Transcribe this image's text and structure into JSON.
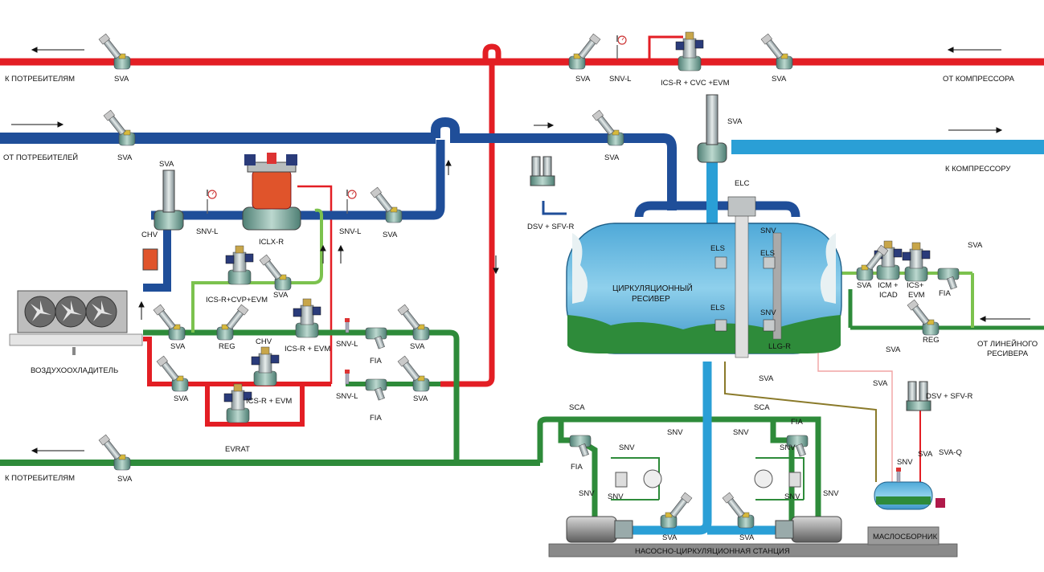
{
  "lines": {
    "to_consumers_top": "К ПОТРЕБИТЕЛЯМ",
    "from_compressor": "ОТ КОМПРЕССОРА",
    "from_consumers": "ОТ ПОТРЕБИТЕЛЕЙ",
    "to_compressor": "К КОМПРЕССОРУ",
    "to_consumers_bottom": "К ПОТРЕБИТЕЛЯМ",
    "from_linear_receiver": "ОТ ЛИНЕЙНОГО РЕСИВЕРА"
  },
  "equipment": {
    "receiver": "ЦИРКУЛЯЦИОННЫЙ РЕСИВЕР",
    "air_cooler": "ВОЗДУХООХЛАДИТЕЛЬ",
    "pump_station": "НАСОСНО-ЦИРКУЛЯЦИОННАЯ СТАНЦИЯ",
    "oil_collector": "МАСЛОСБОРНИК"
  },
  "components": {
    "sva": "SVA",
    "snv_l": "SNV-L",
    "snv": "SNV",
    "ics_cvc_evm": "ICS-R + CVC +EVM",
    "chv": "CHV",
    "iclx": "ICLX-R",
    "ics_cvp_evm": "ICS-R+CVP+EVM",
    "reg": "REG",
    "ics_evm": "ICS-R + EVM",
    "fia": "FIA",
    "evrat": "EVRAT",
    "dsv_sfv": "DSV + SFV-R",
    "elc": "ELC",
    "els": "ELS",
    "llg": "LLG-R",
    "icm_icad": "ICM + ICAD",
    "ics_evm_short": "ICS+ EVM",
    "sca": "SCA",
    "sva_q": "SVA-Q"
  },
  "colors": {
    "hot_gas": "#e31e24",
    "suction": "#1f4e99",
    "compressor_suction": "#2a9fd6",
    "liquid": "#2e8b3a",
    "liquid_light": "#7cc24e",
    "receiver_fill": "#5bb4dd",
    "olive": "#8a7a2a",
    "base": "#8a8a8a"
  }
}
